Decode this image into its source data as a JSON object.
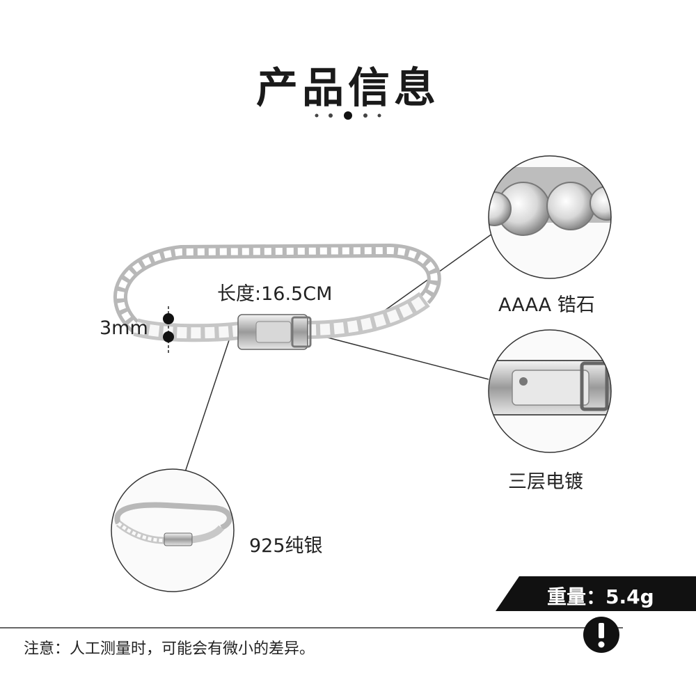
{
  "title": "产品信息",
  "annotations": {
    "length": "长度:16.5CM",
    "width": "3mm"
  },
  "callouts": [
    {
      "label": "AAAA 锆石",
      "icon": "zircon-closeup-icon"
    },
    {
      "label": "三层电镀",
      "icon": "clasp-closeup-icon"
    },
    {
      "label": "925纯银",
      "icon": "bracelet-thumbnail-icon"
    }
  ],
  "weight": "重量：5.4g",
  "note": "注意：人工测量时，可能会有微小的差异。",
  "colors": {
    "text": "#222222",
    "banner": "#111111",
    "silver": "#c8c8c8"
  }
}
